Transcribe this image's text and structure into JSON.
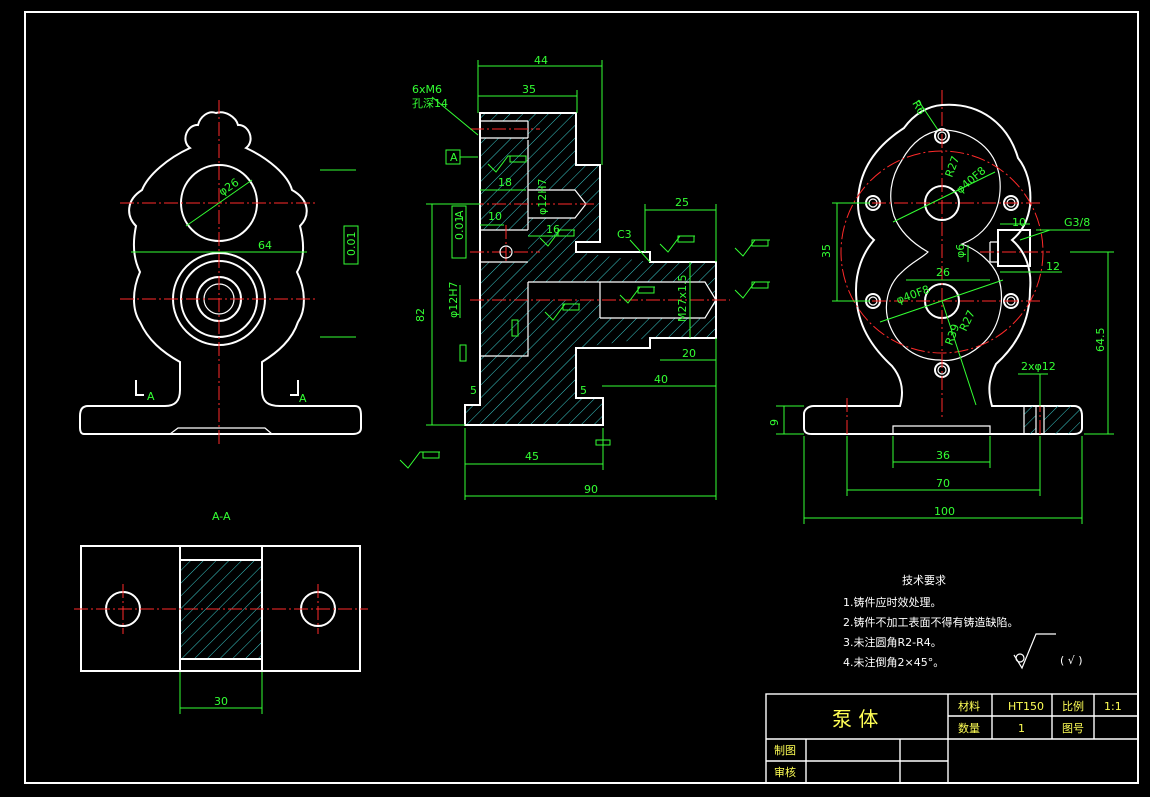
{
  "dimensions": {
    "d26": "φ26",
    "d64": "64",
    "d44": "44",
    "d35": "35",
    "d6xM6": "6xM6",
    "d_depth": "孔深14",
    "d18": "18",
    "d12h7a": "φ12H7",
    "d10": "10",
    "d16": "16",
    "d001a": "0.01",
    "d001label": "A",
    "dC3": "C3",
    "d25": "25",
    "d82": "82",
    "d12h7b": "φ12H7",
    "dM27": "M27x1.5",
    "d20": "20",
    "d40": "40",
    "d5a": "5",
    "d5b": "5",
    "d45": "45",
    "d90": "90",
    "dR6": "R6",
    "dR27": "R27",
    "d40f8a": "φ40F8",
    "d10b": "10",
    "dG38": "G3/8",
    "d35b": "35",
    "d6": "φ6",
    "d26b": "26",
    "d12": "12",
    "d40f8b": "φ40F8",
    "dR27b": "R27",
    "dR39": "R39",
    "d2x12": "2xφ12",
    "d645": "64.5",
    "d9": "9",
    "d36": "36",
    "d70": "70",
    "d100": "100",
    "d30": "30",
    "datumA": "A",
    "flatness": "0.01",
    "sectionA1": "A",
    "sectionA2": "A"
  },
  "section_label": "A-A",
  "tech_requirements": {
    "heading": "技术要求",
    "items": [
      "1.铸件应时效处理。",
      "2.铸件不加工表面不得有铸造缺陷。",
      "3.未注圆角R2-R4。",
      "4.未注倒角2×45°。"
    ],
    "rough_note": "( √ )"
  },
  "title_block": {
    "part_name": "泵 体",
    "material_label": "材料",
    "material_value": "HT150",
    "scale_label": "比例",
    "scale_value": "1:1",
    "qty_label": "数量",
    "qty_value": "1",
    "drawing_no_label": "图号",
    "drawn_label": "制图",
    "checked_label": "审核"
  },
  "colors": {
    "background": "#000000",
    "outline": "#ffffff",
    "center_line": "#ff2a2a",
    "dimension": "#33ff33",
    "title_text": "#ffff55"
  }
}
